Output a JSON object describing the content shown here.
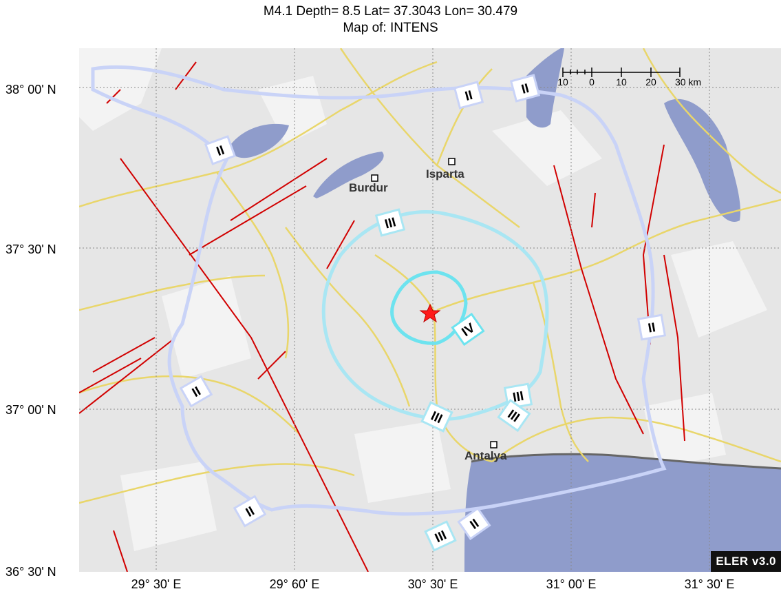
{
  "header": {
    "title_line1": "M4.1 Depth= 8.5 Lat= 37.3043 Lon= 30.479",
    "title_line2": "Map of: INTENS"
  },
  "axes": {
    "lat_labels": [
      "38° 00' N",
      "37° 30' N",
      "37° 00' N",
      "36° 30' N"
    ],
    "lon_labels": [
      "29° 30' E",
      "29° 60' E",
      "30° 30' E",
      "31° 00' E",
      "31° 30' E"
    ]
  },
  "cities": [
    {
      "name": "Burdur"
    },
    {
      "name": "Isparta"
    },
    {
      "name": "Antalya"
    }
  ],
  "intensity_labels": [
    "II",
    "II",
    "II",
    "II",
    "II",
    "II",
    "II",
    "III",
    "III",
    "III",
    "III",
    "III",
    "IV"
  ],
  "scale_bar": {
    "ticks": [
      "10",
      "0",
      "10",
      "20",
      "30 km"
    ]
  },
  "epicenter": {
    "lat": 37.3043,
    "lon": 30.479,
    "magnitude": "M4.1",
    "depth": 8.5
  },
  "badge": "ELER v3.0",
  "colors": {
    "land": "#e6e6e6",
    "water": "#8f9ccb",
    "road": "#e9d66a",
    "fault": "#d10000",
    "intensity_II": "#c9d3f7",
    "intensity_III": "#a9e6f3",
    "intensity_IV": "#6de3ef",
    "epicenter": "#ff1a1a"
  }
}
